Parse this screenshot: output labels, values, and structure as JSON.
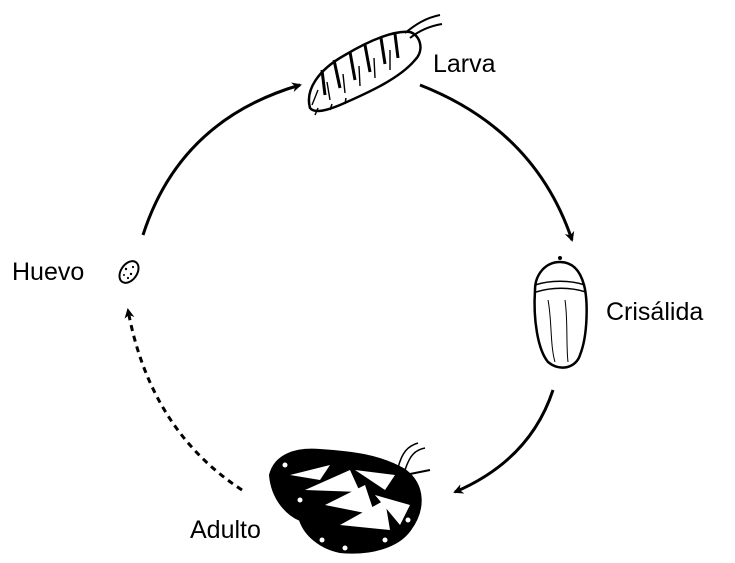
{
  "diagram": {
    "type": "life-cycle",
    "stages": {
      "egg": {
        "label": "Huevo",
        "icon": "egg-icon"
      },
      "larva": {
        "label": "Larva",
        "icon": "caterpillar-icon"
      },
      "pupa": {
        "label": "Crisálida",
        "icon": "chrysalis-icon"
      },
      "adult": {
        "label": "Adulto",
        "icon": "butterfly-icon"
      }
    },
    "transitions": [
      {
        "from": "Huevo",
        "to": "Larva",
        "style": "solid"
      },
      {
        "from": "Larva",
        "to": "Crisálida",
        "style": "solid"
      },
      {
        "from": "Crisálida",
        "to": "Adulto",
        "style": "solid"
      },
      {
        "from": "Adulto",
        "to": "Huevo",
        "style": "dashed"
      }
    ],
    "colors": {
      "ink": "#000000",
      "background": "#ffffff"
    }
  }
}
